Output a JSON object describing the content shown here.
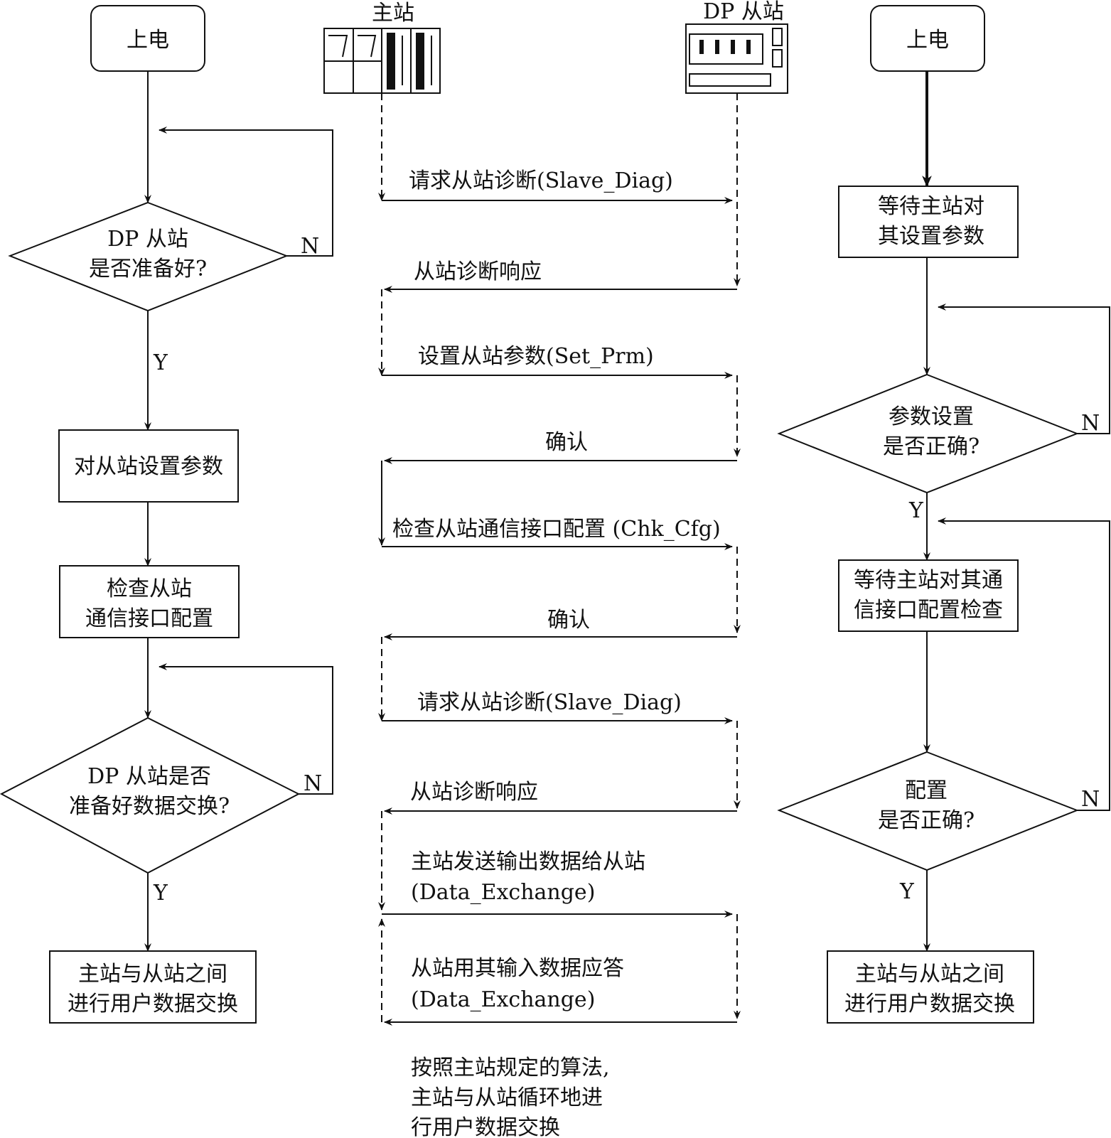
{
  "left_flow": {
    "power_on": "上电",
    "decision1_line1": "DP 从站",
    "decision1_line2": "是否准备好?",
    "no1": "N",
    "yes1": "Y",
    "set_params": "对从站设置参数",
    "check_line1": "检查从站",
    "check_line2": "通信接口配置",
    "decision2_line1": "DP 从站是否",
    "decision2_line2": "准备好数据交换?",
    "no2": "N",
    "yes2": "Y",
    "exchange_line1": "主站与从站之间",
    "exchange_line2": "进行用户数据交换"
  },
  "master": {
    "label": "主站"
  },
  "slave": {
    "label": "DP 从站"
  },
  "messages": {
    "m1": "请求从站诊断(Slave_Diag)",
    "m2": "从站诊断响应",
    "m3": "设置从站参数(Set_Prm)",
    "m4": "确认",
    "m5": "检查从站通信接口配置 (Chk_Cfg)",
    "m6": "确认",
    "m7": "请求从站诊断(Slave_Diag)",
    "m8": "从站诊断响应",
    "m9_line1": "主站发送输出数据给从站",
    "m9_line2": "(Data_Exchange)",
    "m10_line1": "从站用其输入数据应答",
    "m10_line2": "(Data_Exchange)",
    "note_line1": "按照主站规定的算法,",
    "note_line2": "主站与从站循环地进",
    "note_line3": "行用户数据交换"
  },
  "right_flow": {
    "power_on": "上电",
    "wait_params_line1": "等待主站对",
    "wait_params_line2": "其设置参数",
    "decision1_line1": "参数设置",
    "decision1_line2": "是否正确?",
    "no1": "N",
    "yes1": "Y",
    "wait_check_line1": "等待主站对其通",
    "wait_check_line2": "信接口配置检查",
    "decision2_line1": "配置",
    "decision2_line2": "是否正确?",
    "no2": "N",
    "yes2": "Y",
    "exchange_line1": "主站与从站之间",
    "exchange_line2": "进行用户数据交换"
  }
}
